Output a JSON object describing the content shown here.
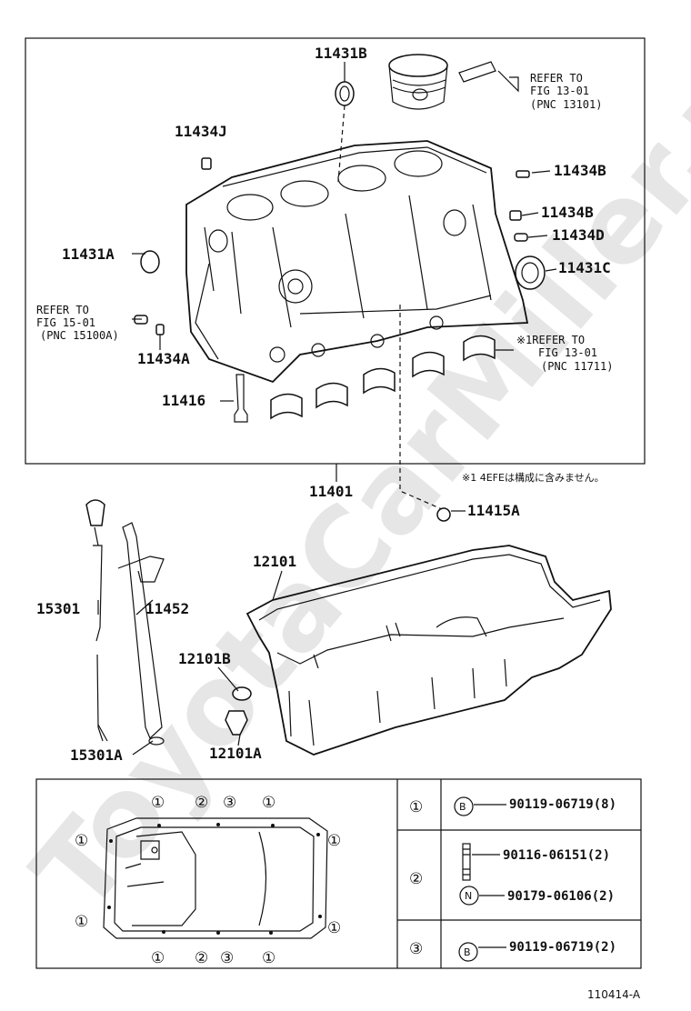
{
  "watermark": "ToyotaCarMiller.ru",
  "diagram_id": "110414-A",
  "part_labels": {
    "p11431B": "11431B",
    "p11434J": "11434J",
    "p11434B_1": "11434B",
    "p11434B_2": "11434B",
    "p11434D": "11434D",
    "p11431A": "11431A",
    "p11431C": "11431C",
    "p11434A": "11434A",
    "p11416": "11416",
    "p11401": "11401",
    "p11415A": "11415A",
    "p12101": "12101",
    "p15301": "15301",
    "p11452": "11452",
    "p12101B": "12101B",
    "p15301A": "15301A",
    "p12101A": "12101A"
  },
  "references": {
    "piston": {
      "line1": "REFER TO",
      "line2": "FIG 13-01",
      "line3": "(PNC 13101)"
    },
    "left": {
      "line1": "REFER TO",
      "line2": "FIG 15-01",
      "line3": "(PNC 15100A)"
    },
    "bearing": {
      "line1": "※1REFER TO",
      "line2": "FIG 13-01",
      "line3": "(PNC 11711)"
    }
  },
  "note_jp": "※1 4EFEは構成に含みません。",
  "bolt_table": {
    "rows": [
      {
        "key": "①",
        "items": [
          {
            "type": "B",
            "part": "90119-06719(8)"
          }
        ]
      },
      {
        "key": "②",
        "items": [
          {
            "type": "stud",
            "part": "90116-06151(2)"
          },
          {
            "type": "N",
            "part": "90179-06106(2)"
          }
        ]
      },
      {
        "key": "③",
        "items": [
          {
            "type": "B",
            "part": "90119-06719(2)"
          }
        ]
      }
    ]
  },
  "pan_markers": {
    "top": [
      "①",
      "②",
      "③",
      "①"
    ],
    "bottom": [
      "①",
      "②",
      "③",
      "①"
    ],
    "left": [
      "①",
      "①"
    ],
    "right": [
      "①",
      "①"
    ],
    "topfirst": "①"
  }
}
